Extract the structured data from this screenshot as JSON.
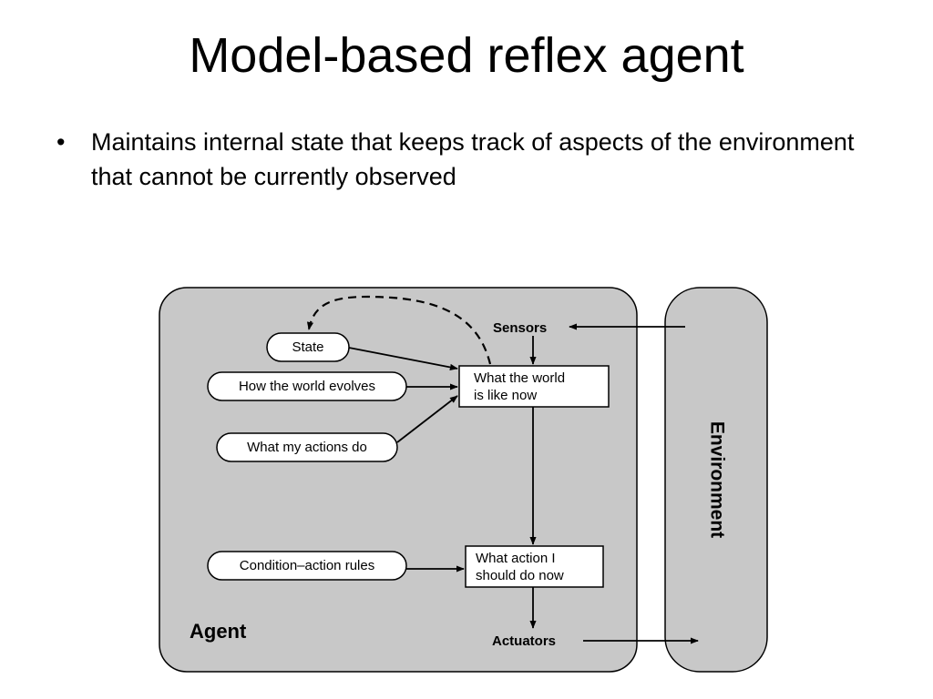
{
  "slide": {
    "title": "Model-based reflex agent",
    "bullets": [
      "Maintains internal state that keeps track of aspects of the environment that cannot be currently observed"
    ]
  },
  "diagram": {
    "agent_label": "Agent",
    "environment_label": "Environment",
    "sensors_label": "Sensors",
    "actuators_label": "Actuators",
    "state_label": "State",
    "evolves_label": "How the world evolves",
    "actions_do_label": "What my actions do",
    "rules_label": "Condition–action rules",
    "world_now_line1": "What the world",
    "world_now_line2": "is like now",
    "action_now_line1": "What action I",
    "action_now_line2": "should do now",
    "colors": {
      "panel_fill": "#c8c8c8",
      "stroke": "#000000",
      "box_fill": "#ffffff"
    }
  }
}
